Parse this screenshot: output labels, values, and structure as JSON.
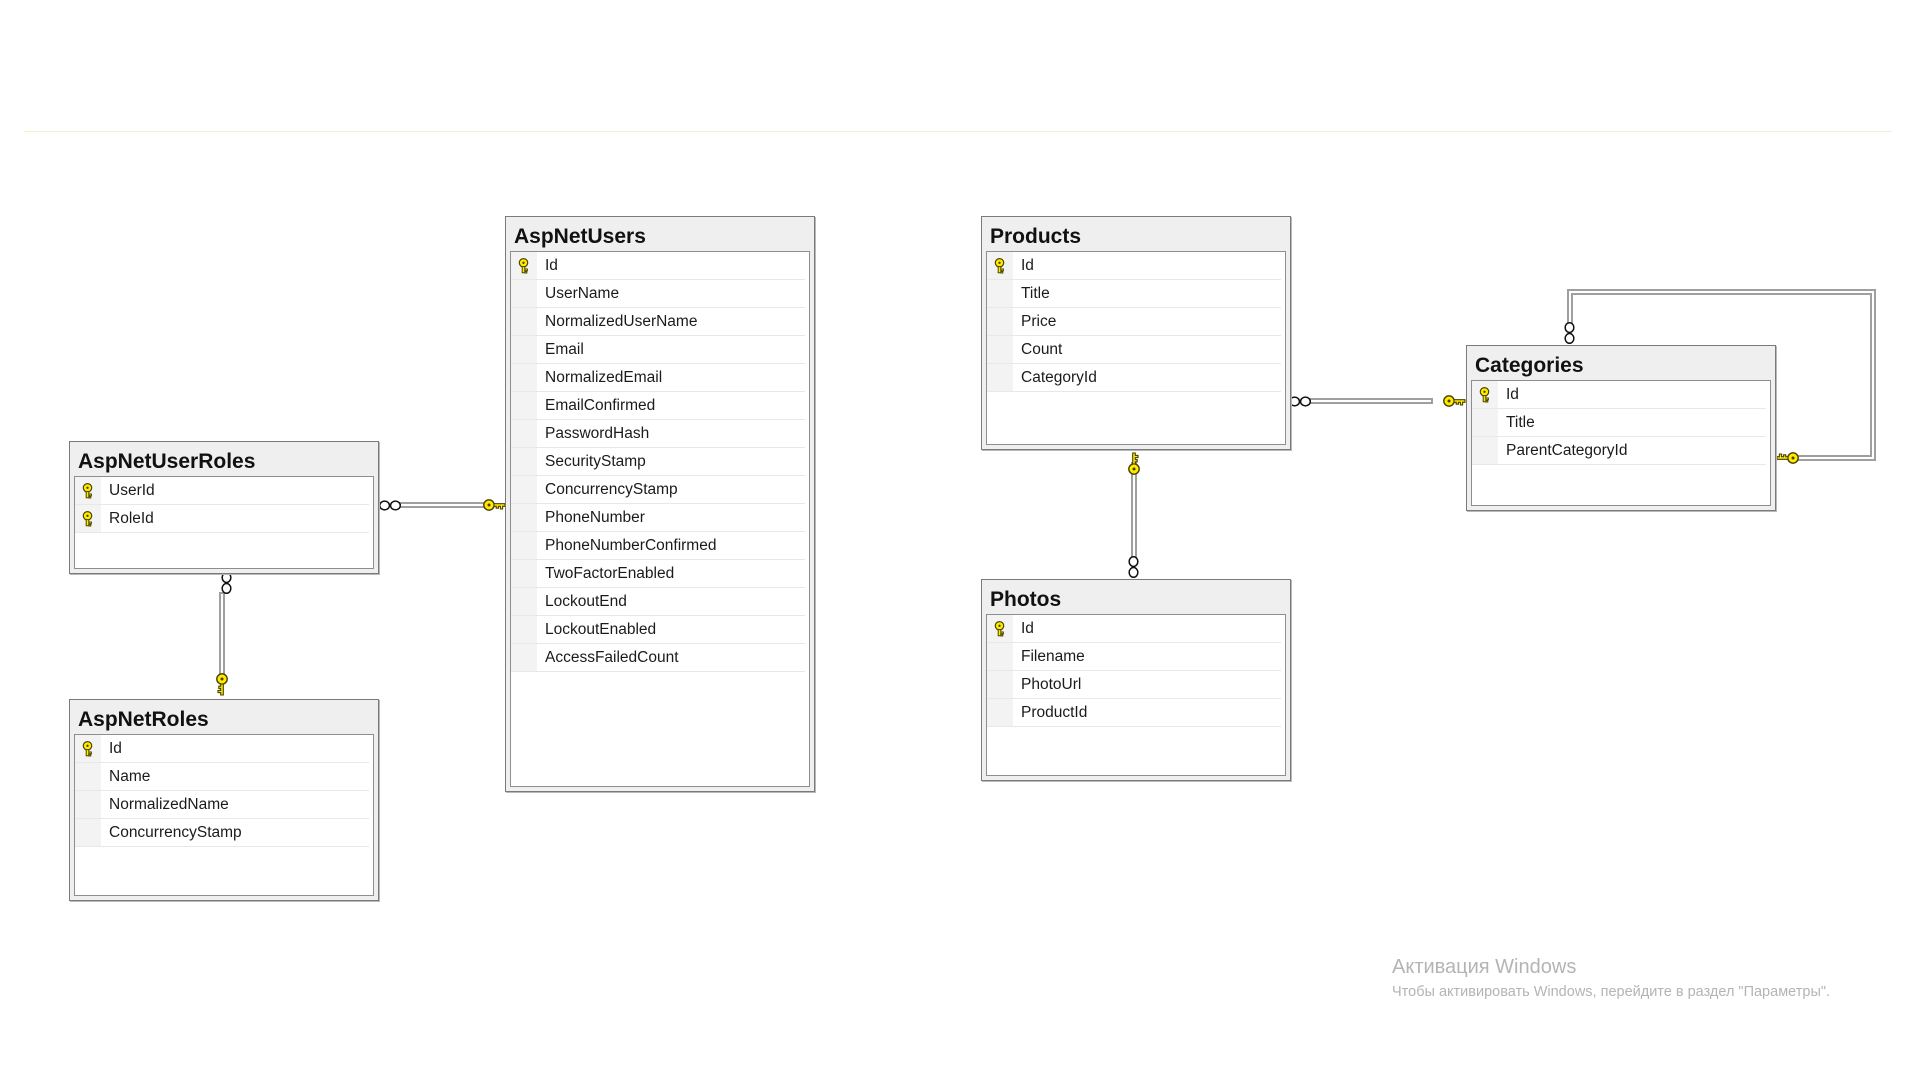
{
  "tables": {
    "aspnetusers": {
      "title": "AspNetUsers",
      "columns": [
        {
          "name": "Id",
          "primary_key": true
        },
        {
          "name": "UserName",
          "primary_key": false
        },
        {
          "name": "NormalizedUserName",
          "primary_key": false
        },
        {
          "name": "Email",
          "primary_key": false
        },
        {
          "name": "NormalizedEmail",
          "primary_key": false
        },
        {
          "name": "EmailConfirmed",
          "primary_key": false
        },
        {
          "name": "PasswordHash",
          "primary_key": false
        },
        {
          "name": "SecurityStamp",
          "primary_key": false
        },
        {
          "name": "ConcurrencyStamp",
          "primary_key": false
        },
        {
          "name": "PhoneNumber",
          "primary_key": false
        },
        {
          "name": "PhoneNumberConfirmed",
          "primary_key": false
        },
        {
          "name": "TwoFactorEnabled",
          "primary_key": false
        },
        {
          "name": "LockoutEnd",
          "primary_key": false
        },
        {
          "name": "LockoutEnabled",
          "primary_key": false
        },
        {
          "name": "AccessFailedCount",
          "primary_key": false
        }
      ]
    },
    "aspnetuserroles": {
      "title": "AspNetUserRoles",
      "columns": [
        {
          "name": "UserId",
          "primary_key": true
        },
        {
          "name": "RoleId",
          "primary_key": true
        }
      ]
    },
    "aspnetroles": {
      "title": "AspNetRoles",
      "columns": [
        {
          "name": "Id",
          "primary_key": true
        },
        {
          "name": "Name",
          "primary_key": false
        },
        {
          "name": "NormalizedName",
          "primary_key": false
        },
        {
          "name": "ConcurrencyStamp",
          "primary_key": false
        }
      ]
    },
    "products": {
      "title": "Products",
      "columns": [
        {
          "name": "Id",
          "primary_key": true
        },
        {
          "name": "Title",
          "primary_key": false
        },
        {
          "name": "Price",
          "primary_key": false
        },
        {
          "name": "Count",
          "primary_key": false
        },
        {
          "name": "CategoryId",
          "primary_key": false
        }
      ]
    },
    "photos": {
      "title": "Photos",
      "columns": [
        {
          "name": "Id",
          "primary_key": true
        },
        {
          "name": "Filename",
          "primary_key": false
        },
        {
          "name": "PhotoUrl",
          "primary_key": false
        },
        {
          "name": "ProductId",
          "primary_key": false
        }
      ]
    },
    "categories": {
      "title": "Categories",
      "columns": [
        {
          "name": "Id",
          "primary_key": true
        },
        {
          "name": "Title",
          "primary_key": false
        },
        {
          "name": "ParentCategoryId",
          "primary_key": false
        }
      ]
    }
  },
  "relationships": [
    {
      "many": "aspnetuserroles",
      "one": "aspnetusers"
    },
    {
      "many": "aspnetuserroles",
      "one": "aspnetroles"
    },
    {
      "many": "products",
      "one": "categories"
    },
    {
      "many": "photos",
      "one": "products"
    },
    {
      "many": "categories",
      "one": "categories"
    }
  ],
  "icons": {
    "primary_key": "key-icon",
    "relationship_one_end": "key-icon",
    "relationship_many_end": "infinity-icon"
  },
  "colors": {
    "key_fill": "#ffea00",
    "key_outline": "#4c4600",
    "table_header": "#efefef",
    "table_border": "#7a7a7a",
    "watermark": "#b4b4b4"
  },
  "watermark": {
    "title": "Активация Windows",
    "text": "Чтобы активировать Windows, перейдите в раздел \"Параметры\"."
  }
}
